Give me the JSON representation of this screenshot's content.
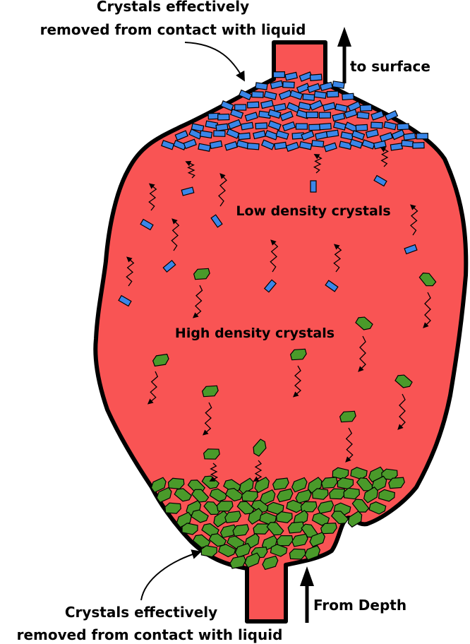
{
  "labels": {
    "top_note_line1": "Crystals effectively",
    "top_note_line2": "removed from contact with liquid",
    "to_surface": "to surface",
    "low_density": "Low density crystals",
    "high_density": "High density crystals",
    "bottom_note_line1": "Crystals effectively",
    "bottom_note_line2": "removed from contact with liquid",
    "from_depth": "From Depth"
  },
  "colors": {
    "magma": "#f95454",
    "low_density_crystal": "#3a86e8",
    "high_density_crystal": "#4a9a2a",
    "outline": "#000000"
  }
}
